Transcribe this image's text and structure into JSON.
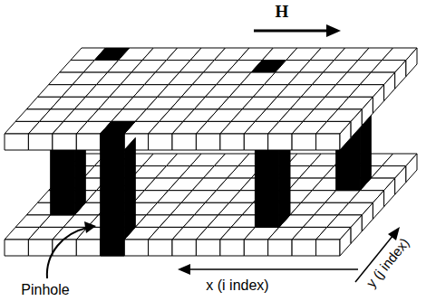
{
  "diagram": {
    "labels": [
      "H",
      "x (i index)",
      "y (j index)",
      "Pinhole"
    ]
  }
}
